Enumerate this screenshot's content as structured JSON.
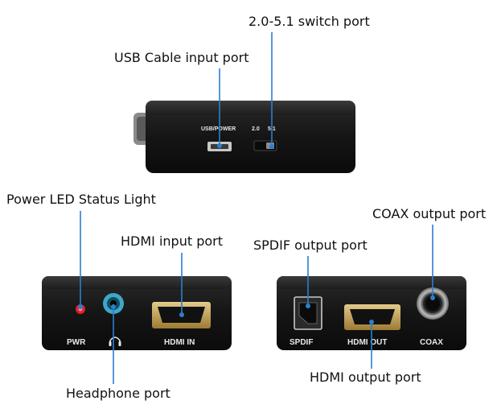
{
  "callouts": {
    "switch_port": "2.0-5.1 switch port",
    "usb_port": "USB Cable input port",
    "power_led": "Power LED Status Light",
    "hdmi_input": "HDMI  input port",
    "spdif_output": "SPDIF output port",
    "coax_output": "COAX output port",
    "headphone_port": "Headphone port",
    "hdmi_output": "HDMI  output port"
  },
  "device_labels": {
    "usb_power": "USB/POWER",
    "switch_20": "2.0",
    "switch_51": "5.1",
    "pwr": "PWR",
    "hdmi_in": "HDMI IN",
    "spdif": "SPDIF",
    "hdmi_out": "HDMI OUT",
    "coax": "COAX"
  },
  "colors": {
    "leader": "#2a7fd0",
    "device_body": "#1b1b1b",
    "led": "#e0202a",
    "headphone_ring": "#3fa7c9",
    "hdmi_metal": "#c9a55a"
  },
  "icons": {
    "headphone": "headphone-icon"
  }
}
